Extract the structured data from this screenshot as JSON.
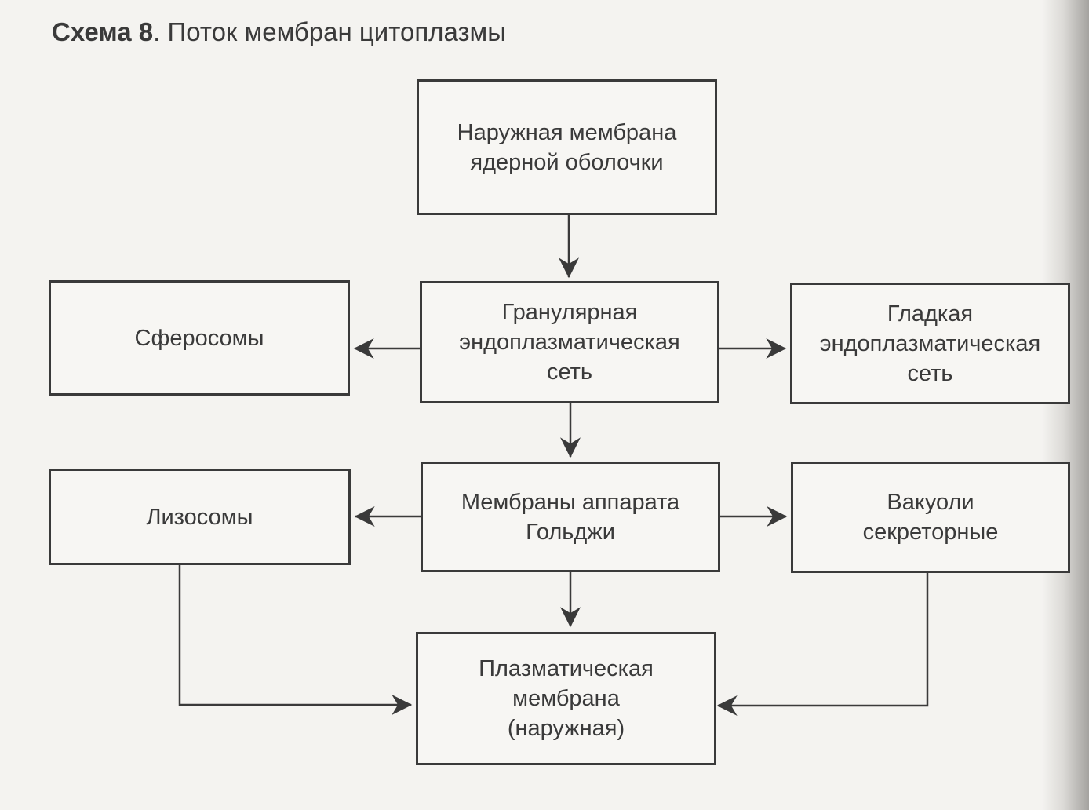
{
  "title": {
    "bold": "Схема 8",
    "rest": ". Поток мембран цитоплазмы"
  },
  "nodes": {
    "outer_nuclear_membrane": "Наружная мембрана\nядерной оболочки",
    "granular_er": "Гранулярная\nэндоплазматическая\nсеть",
    "spherosomes": "Сферосомы",
    "smooth_er": "Гладкая\nэндоплазматическая\nсеть",
    "golgi_membranes": "Мембраны аппарата\nГольджи",
    "lysosomes": "Лизосомы",
    "secretory_vacuoles": "Вакуоли\nсекреторные",
    "plasma_membrane": "Плазматическая\nмембрана\n(наружная)"
  },
  "colors": {
    "ink": "#3a3a3a",
    "paper": "#f4f3f0"
  }
}
